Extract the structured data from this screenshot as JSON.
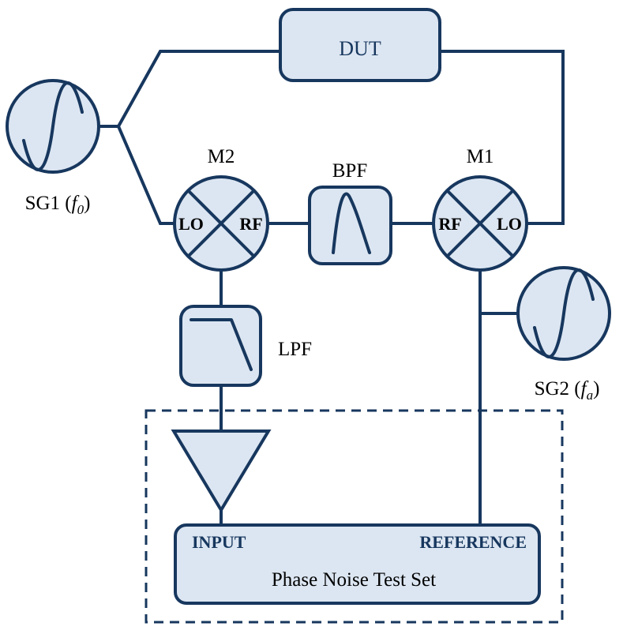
{
  "blocks": {
    "dut": {
      "label": "DUT"
    },
    "bpf": {
      "label": "BPF"
    },
    "lpf": {
      "label": "LPF"
    },
    "mixer_m2": {
      "label": "M2",
      "left_port": "LO",
      "right_port": "RF"
    },
    "mixer_m1": {
      "label": "M1",
      "left_port": "RF",
      "right_port": "LO"
    },
    "sg1": {
      "name": "SG1 (",
      "freq": "f",
      "freq_sub": "0",
      "close": ")"
    },
    "sg2": {
      "name": "SG2 (",
      "freq": "f",
      "freq_sub": "a",
      "close": ")"
    },
    "test_set": {
      "label": "Phase Noise Test Set",
      "input_port": "INPUT",
      "reference_port": "REFERENCE"
    }
  },
  "colors": {
    "stroke": "#17375e",
    "fill": "#dce6f2"
  }
}
